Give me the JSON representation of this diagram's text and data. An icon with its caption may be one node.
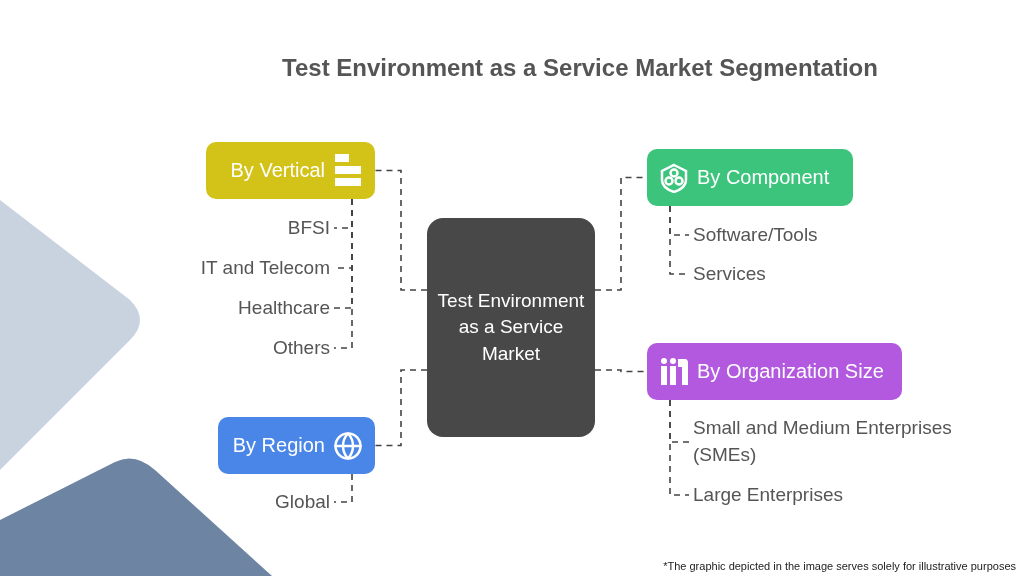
{
  "diagram": {
    "title": "Test Environment as a Service Market Segmentation",
    "nodes": [
      {
        "text": [
          "Test Environment as a Service Market"
        ]
      },
      {
        "text": [
          "By Vertical"
        ]
      },
      {
        "text": [
          "BFSI"
        ]
      },
      {
        "text": [
          "IT and Telecom"
        ]
      },
      {
        "text": [
          "Healthcare"
        ]
      },
      {
        "text": [
          "Others"
        ]
      },
      {
        "text": [
          "By Region"
        ]
      },
      {
        "text": [
          "Global"
        ]
      },
      {
        "text": [
          "By Component"
        ]
      },
      {
        "text": [
          "Software/Tools"
        ]
      },
      {
        "text": [
          "Services"
        ]
      },
      {
        "text": [
          "By Organization Size"
        ]
      },
      {
        "text": [
          "Small and Medium Enterprises (SMEs)"
        ]
      },
      {
        "text": [
          "Large Enterprises"
        ]
      }
    ],
    "edges": [
      {
        "from": 0,
        "to": 1,
        "arrow": "none",
        "style": "dashed"
      },
      {
        "from": 0,
        "to": 6,
        "arrow": "none",
        "style": "dashed"
      },
      {
        "from": 0,
        "to": 8,
        "arrow": "none",
        "style": "dashed"
      },
      {
        "from": 0,
        "to": 11,
        "arrow": "none",
        "style": "dashed"
      },
      {
        "from": 1,
        "to": 2,
        "arrow": "none",
        "style": "dashed"
      },
      {
        "from": 1,
        "to": 3,
        "arrow": "none",
        "style": "dashed"
      },
      {
        "from": 1,
        "to": 4,
        "arrow": "none",
        "style": "dashed"
      },
      {
        "from": 1,
        "to": 5,
        "arrow": "none",
        "style": "dashed"
      },
      {
        "from": 6,
        "to": 7,
        "arrow": "none",
        "style": "dashed"
      },
      {
        "from": 8,
        "to": 9,
        "arrow": "none",
        "style": "dashed"
      },
      {
        "from": 8,
        "to": 10,
        "arrow": "none",
        "style": "dashed"
      },
      {
        "from": 11,
        "to": 12,
        "arrow": "none",
        "style": "dashed"
      },
      {
        "from": 11,
        "to": 13,
        "arrow": "none",
        "style": "dashed"
      }
    ],
    "labels": [
      "*The graphic depicted in the image serves solely for illustrative purposes"
    ]
  }
}
